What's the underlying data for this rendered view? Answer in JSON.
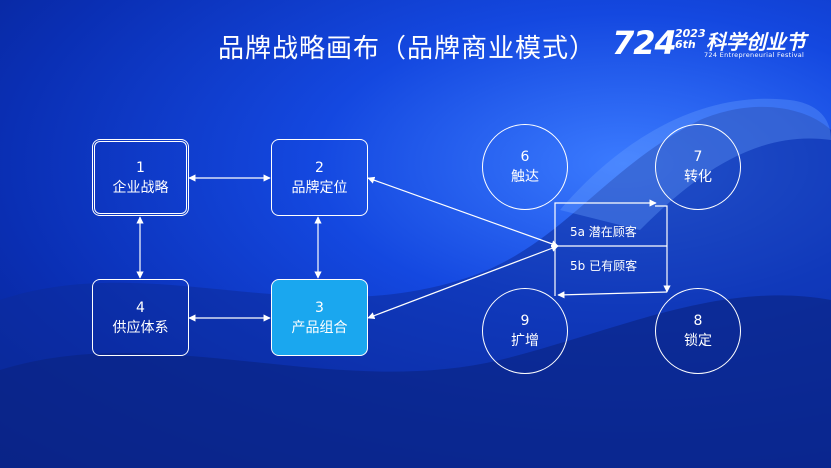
{
  "title": "品牌战略画布（品牌商业模式）",
  "logo": {
    "number": "724",
    "year": "2023",
    "edition": "6th",
    "festival": "科学创业节",
    "subtitle": "724 Entrepreneurial Festival"
  },
  "nodes": [
    {
      "num": "1",
      "label": "企业战略"
    },
    {
      "num": "2",
      "label": "品牌定位"
    },
    {
      "num": "3",
      "label": "产品组合"
    },
    {
      "num": "4",
      "label": "供应体系"
    }
  ],
  "circles": [
    {
      "num": "6",
      "label": "触达"
    },
    {
      "num": "7",
      "label": "转化"
    },
    {
      "num": "8",
      "label": "锁定"
    },
    {
      "num": "9",
      "label": "扩增"
    }
  ],
  "labels": {
    "potential": "5a  潜在顾客",
    "existing": "5b  已有顾客"
  },
  "colors": {
    "accent": "#1aa7ef",
    "background": "#0a2fb4"
  }
}
